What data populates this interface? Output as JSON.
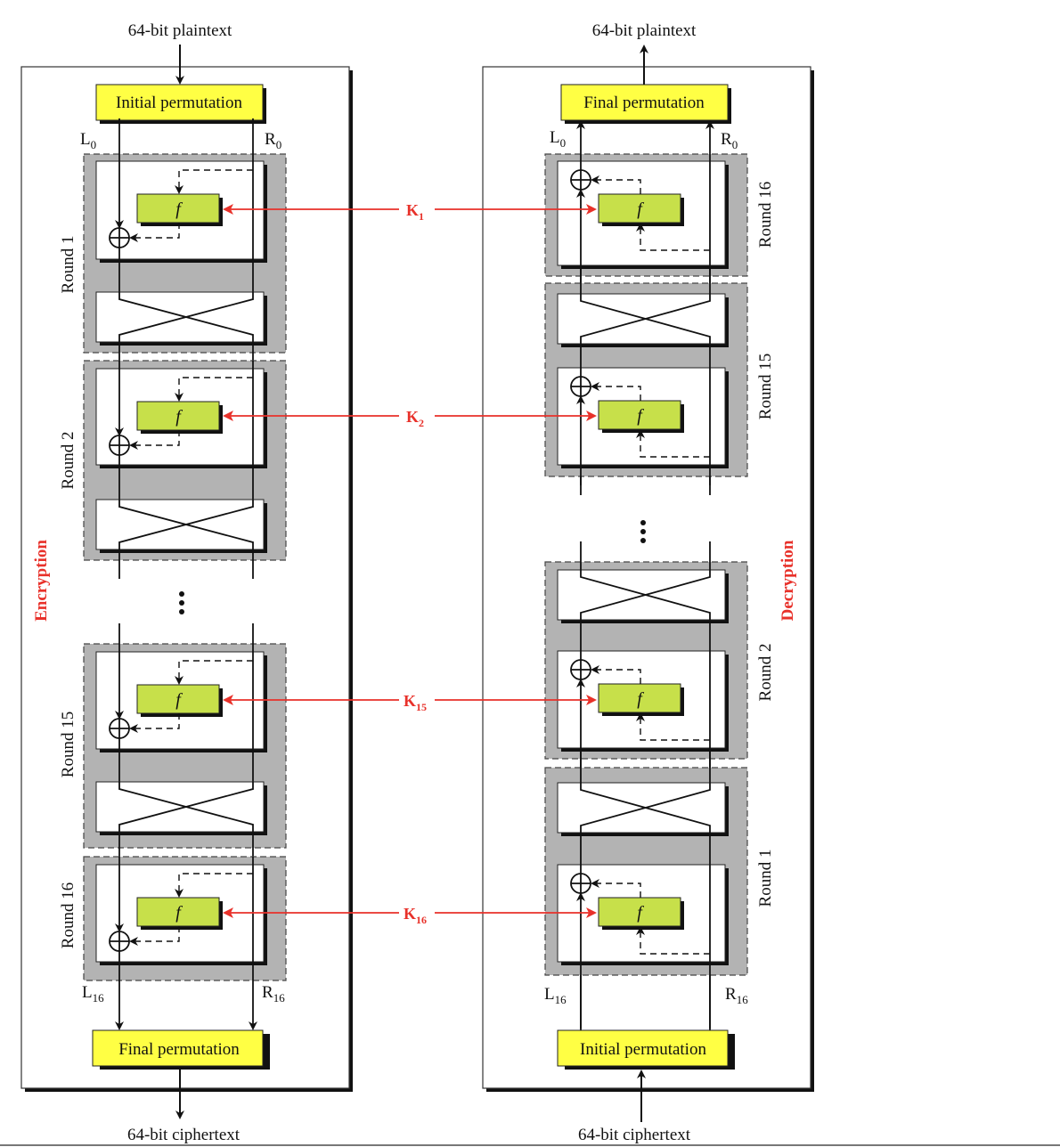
{
  "title": "DES encryption and decryption structure",
  "colors": {
    "permutation_fill": "#ffff44",
    "f_fill": "#c7e04a",
    "round_fill": "#b3b3b3",
    "key_color": "#e8312a",
    "line_color": "#111111"
  },
  "encryption": {
    "side_label": "Encryption",
    "input_label": "64-bit plaintext",
    "output_label": "64-bit ciphertext",
    "top_permutation": "Initial permutation",
    "bottom_permutation": "Final permutation",
    "top_left_label": {
      "base": "L",
      "sub": "0"
    },
    "top_right_label": {
      "base": "R",
      "sub": "0"
    },
    "bottom_left_label": {
      "base": "L",
      "sub": "16"
    },
    "bottom_right_label": {
      "base": "R",
      "sub": "16"
    },
    "rounds": [
      {
        "label": "Round 1",
        "function_label": "f",
        "has_swap": true
      },
      {
        "label": "Round 2",
        "function_label": "f",
        "has_swap": true
      },
      {
        "label": "Round 15",
        "function_label": "f",
        "has_swap": true
      },
      {
        "label": "Round 16",
        "function_label": "f",
        "has_swap": false
      }
    ],
    "ellipsis": "⋮"
  },
  "decryption": {
    "side_label": "Decryption",
    "input_label": "64-bit ciphertext",
    "output_label": "64-bit plaintext",
    "top_permutation": "Final permutation",
    "bottom_permutation": "Initial permutation",
    "top_left_label": {
      "base": "L",
      "sub": "0"
    },
    "top_right_label": {
      "base": "R",
      "sub": "0"
    },
    "bottom_left_label": {
      "base": "L",
      "sub": "16"
    },
    "bottom_right_label": {
      "base": "R",
      "sub": "16"
    },
    "rounds": [
      {
        "label": "Round 16",
        "function_label": "f",
        "has_swap": false
      },
      {
        "label": "Round 15",
        "function_label": "f",
        "has_swap": true
      },
      {
        "label": "Round 2",
        "function_label": "f",
        "has_swap": true
      },
      {
        "label": "Round 1",
        "function_label": "f",
        "has_swap": true
      }
    ],
    "ellipsis": "⋮"
  },
  "keys": [
    {
      "base": "K",
      "sub": "1"
    },
    {
      "base": "K",
      "sub": "2"
    },
    {
      "base": "K",
      "sub": "15"
    },
    {
      "base": "K",
      "sub": "16"
    }
  ],
  "icons": {
    "xor": "xor-icon",
    "arrow": "arrow-icon"
  }
}
